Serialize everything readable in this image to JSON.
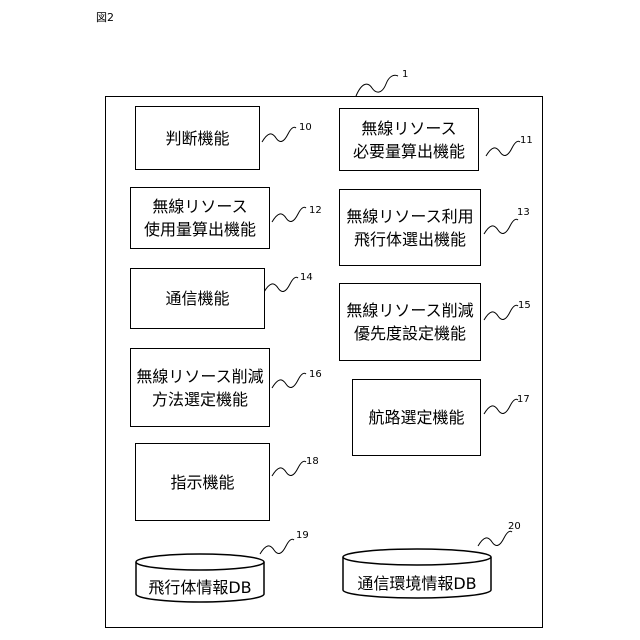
{
  "figure_label": "図2",
  "system": {
    "ref": "1"
  },
  "boxes": {
    "b10": {
      "lines": [
        "判断機能"
      ],
      "ref": "10"
    },
    "b11": {
      "lines": [
        "無線リソース",
        "必要量算出機能"
      ],
      "ref": "11"
    },
    "b12": {
      "lines": [
        "無線リソース",
        "使用量算出機能"
      ],
      "ref": "12"
    },
    "b13": {
      "lines": [
        "無線リソース利用",
        "飛行体選出機能"
      ],
      "ref": "13"
    },
    "b14": {
      "lines": [
        "通信機能"
      ],
      "ref": "14"
    },
    "b15": {
      "lines": [
        "無線リソース削減",
        "優先度設定機能"
      ],
      "ref": "15"
    },
    "b16": {
      "lines": [
        "無線リソース削減",
        "方法選定機能"
      ],
      "ref": "16"
    },
    "b17": {
      "lines": [
        "航路選定機能"
      ],
      "ref": "17"
    },
    "b18": {
      "lines": [
        "指示機能"
      ],
      "ref": "18"
    }
  },
  "databases": {
    "db19": {
      "label": "飛行体情報DB",
      "ref": "19"
    },
    "db20": {
      "label": "通信環境情報DB",
      "ref": "20"
    }
  }
}
